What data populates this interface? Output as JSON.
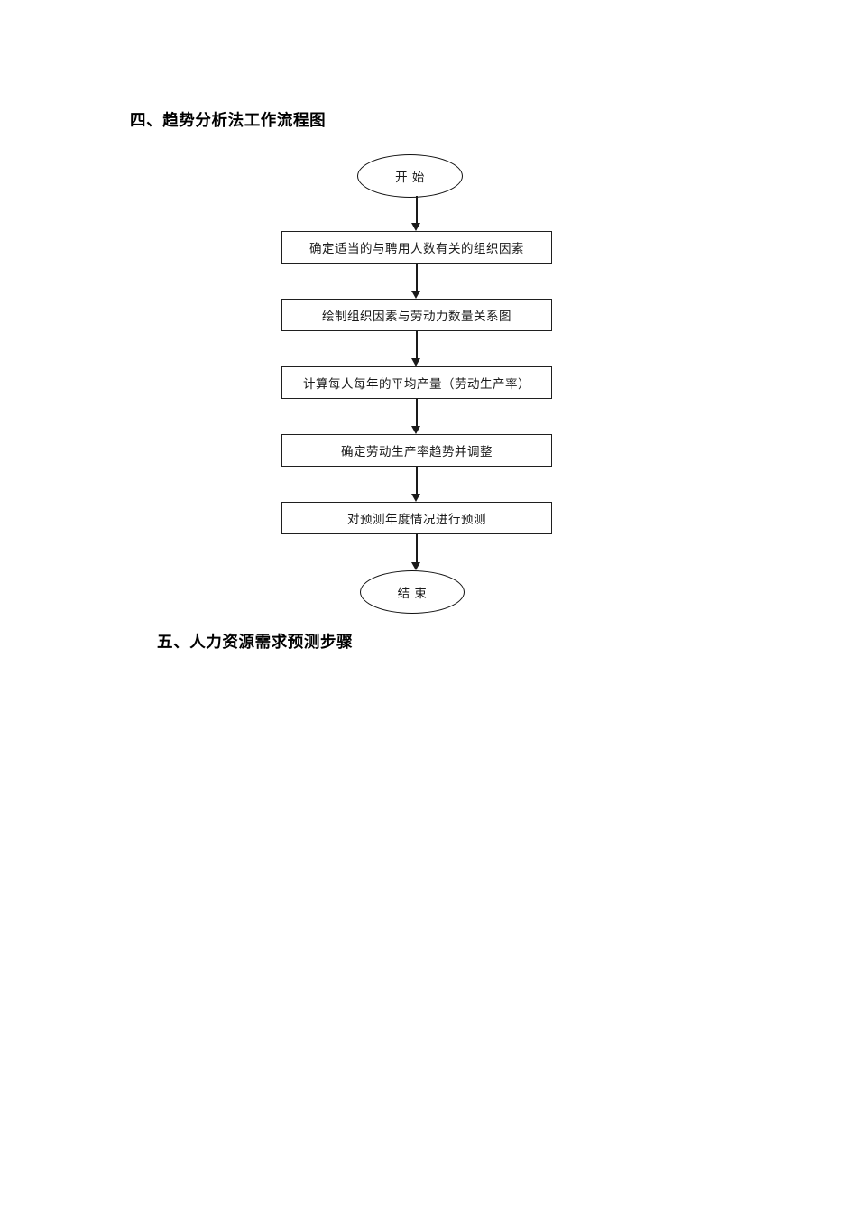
{
  "document": {
    "headings": [
      {
        "id": "section-4",
        "text": "四、趋势分析法工作流程图"
      },
      {
        "id": "section-5",
        "text": "五、人力资源需求预测步骤"
      }
    ]
  },
  "flowchart": {
    "title": "四、趋势分析法工作流程图",
    "orientation": "top-to-bottom",
    "nodes": [
      {
        "id": "start",
        "type": "terminator",
        "label": "开  始"
      },
      {
        "id": "p1",
        "type": "process",
        "label": "确定适当的与聘用人数有关的组织因素"
      },
      {
        "id": "p2",
        "type": "process",
        "label": "绘制组织因素与劳动力数量关系图"
      },
      {
        "id": "p3",
        "type": "process",
        "label": "计算每人每年的平均产量（劳动生产率）"
      },
      {
        "id": "p4",
        "type": "process",
        "label": "确定劳动生产率趋势并调整"
      },
      {
        "id": "p5",
        "type": "process",
        "label": "对预测年度情况进行预测"
      },
      {
        "id": "end",
        "type": "terminator",
        "label": "结  束"
      }
    ],
    "edges": [
      {
        "id": "e1",
        "from": "start",
        "to": "p1",
        "arrow": "down-arrow-icon"
      },
      {
        "id": "e2",
        "from": "p1",
        "to": "p2",
        "arrow": "down-arrow-icon"
      },
      {
        "id": "e3",
        "from": "p2",
        "to": "p3",
        "arrow": "down-arrow-icon"
      },
      {
        "id": "e4",
        "from": "p3",
        "to": "p4",
        "arrow": "down-arrow-icon"
      },
      {
        "id": "e5",
        "from": "p4",
        "to": "p5",
        "arrow": "down-arrow-icon"
      },
      {
        "id": "e6",
        "from": "p5",
        "to": "end",
        "arrow": "down-arrow-icon"
      }
    ],
    "colors": {
      "page_background": "#ffffff",
      "node_border": "#1f1f1f",
      "node_fill": "#ffffff",
      "text": "#1a1a1a",
      "connector": "#1a1a1a"
    }
  }
}
